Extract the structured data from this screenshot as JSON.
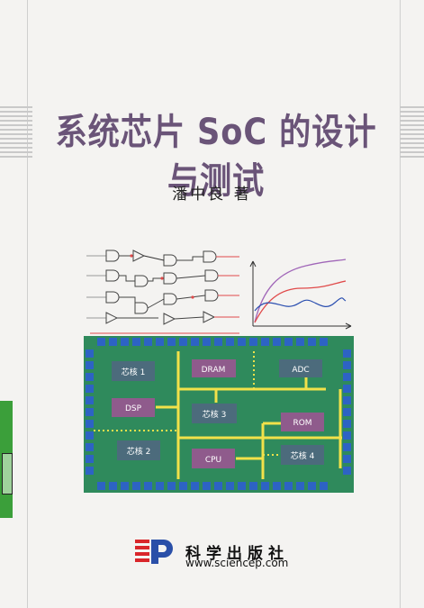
{
  "cover": {
    "title": "系统芯片 SoC 的设计与测试",
    "author": "潘中良  著",
    "publisher": "科学出版社",
    "website": "www.sciencep.com"
  },
  "chip": {
    "blocks": {
      "core1": "芯核 1",
      "dram": "DRAM",
      "adc": "ADC",
      "dsp": "DSP",
      "core3": "芯核 3",
      "rom": "ROM",
      "core2": "芯核 2",
      "cpu": "CPU",
      "core4": "芯核 4"
    }
  },
  "colors": {
    "title": "#6a5478",
    "chip_board": "#2f8a5c",
    "chip_pad": "#2d63c4",
    "block_dark": "#4c6b7c",
    "block_purple": "#8f5b8c",
    "bus": "#f2e14a",
    "logo_red": "#d9262b",
    "logo_blue": "#2a4fa8"
  },
  "icons": {
    "logo": "science-press-logo-icon"
  }
}
